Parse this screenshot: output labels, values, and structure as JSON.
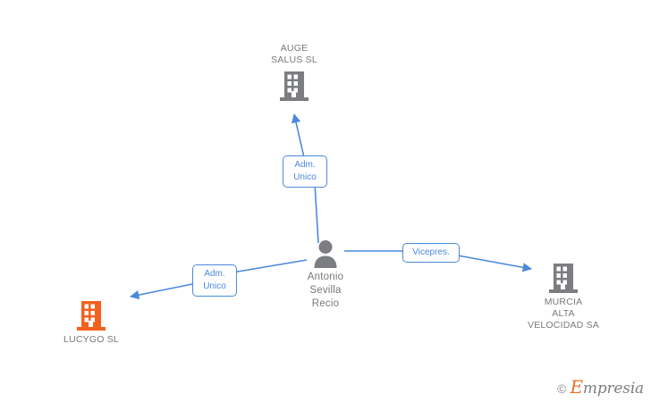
{
  "diagram": {
    "type": "relationship-graph",
    "background_color": "#ffffff",
    "edge_color": "#4a89dc",
    "company_icon_color": "#7b7d80",
    "highlight_icon_color": "#f4601e",
    "person_icon_color": "#7b7d80",
    "text_color": "#77797b"
  },
  "nodes": {
    "auge_salus": {
      "label": "AUGE\nSALUS  SL",
      "icon": "building-icon",
      "icon_color": "#7b7d80",
      "kind": "company"
    },
    "person": {
      "label": "Antonio\nSevilla\nRecio",
      "icon": "person-icon",
      "icon_color": "#7b7d80",
      "kind": "person"
    },
    "murcia": {
      "label": "MURCIA\nALTA\nVELOCIDAD SA",
      "icon": "building-icon",
      "icon_color": "#7b7d80",
      "kind": "company"
    },
    "lucygo": {
      "label": "LUCYGO  SL",
      "icon": "building-icon",
      "icon_color": "#f4601e",
      "kind": "company"
    }
  },
  "edges": [
    {
      "from": "person",
      "to": "auge_salus",
      "role": "Adm.\nUnico",
      "direction": "up"
    },
    {
      "from": "person",
      "to": "lucygo",
      "role": "Adm.\nUnico",
      "direction": "down-left"
    },
    {
      "from": "person",
      "to": "murcia",
      "role": "Vicepres.",
      "direction": "right"
    }
  ],
  "watermark": {
    "copyright": "©",
    "brand_capital": "E",
    "brand_rest": "mpresia"
  }
}
